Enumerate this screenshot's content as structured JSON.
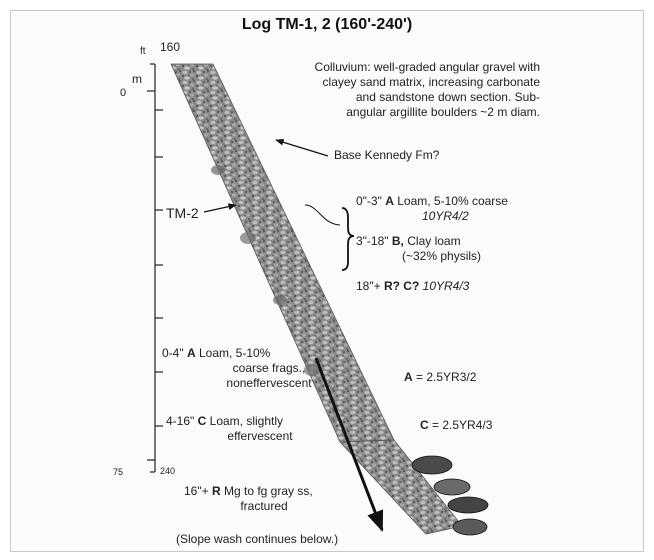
{
  "title": "Log TM-1, 2 (160'-240')",
  "scale": {
    "ft_unit": "ft",
    "ft_top": "160",
    "ft_bottom": "240",
    "m_unit": "m",
    "m_top": "0",
    "m_bottom": "75"
  },
  "section_label": "TM-2",
  "colluvium": {
    "lines": [
      "Colluvium:  well-graded angular gravel with",
      "clayey sand matrix, increasing carbonate",
      "and sandstone down section. Sub-",
      "angular argillite boulders ~2 m diam."
    ]
  },
  "base_label": "Base Kennedy Fm?",
  "upper_soil": {
    "a_depth": "0\"-3\"",
    "a_letter": "A",
    "a_text": "Loam, 5-10% coarse",
    "a_color": "10YR4/2",
    "b_depth": "3\"-18\"",
    "b_letter": "B,",
    "b_text": "Clay loam",
    "b_note": "(~32% physils)",
    "r_depth": "18\"+",
    "r_letter": "R? C?",
    "r_color": "10YR4/3"
  },
  "lower_soil": {
    "a_depth": "0-4\"",
    "a_letter": "A",
    "a_text": "Loam, 5-10%",
    "a_line2": "coarse frags.,",
    "a_line3": "noneffervescent",
    "c_depth": "4-16\"",
    "c_letter": "C",
    "c_text": "Loam, slightly",
    "c_line2": "effervescent",
    "r_depth": "16\"+",
    "r_letter": "R",
    "r_text": "Mg to fg gray ss,",
    "r_line2": "fractured"
  },
  "munsell": {
    "a_letter": "A",
    "a_value": "= 2.5YR3/2",
    "c_letter": "C",
    "c_value": "= 2.5YR4/3"
  },
  "footer": "(Slope wash continues below.)"
}
